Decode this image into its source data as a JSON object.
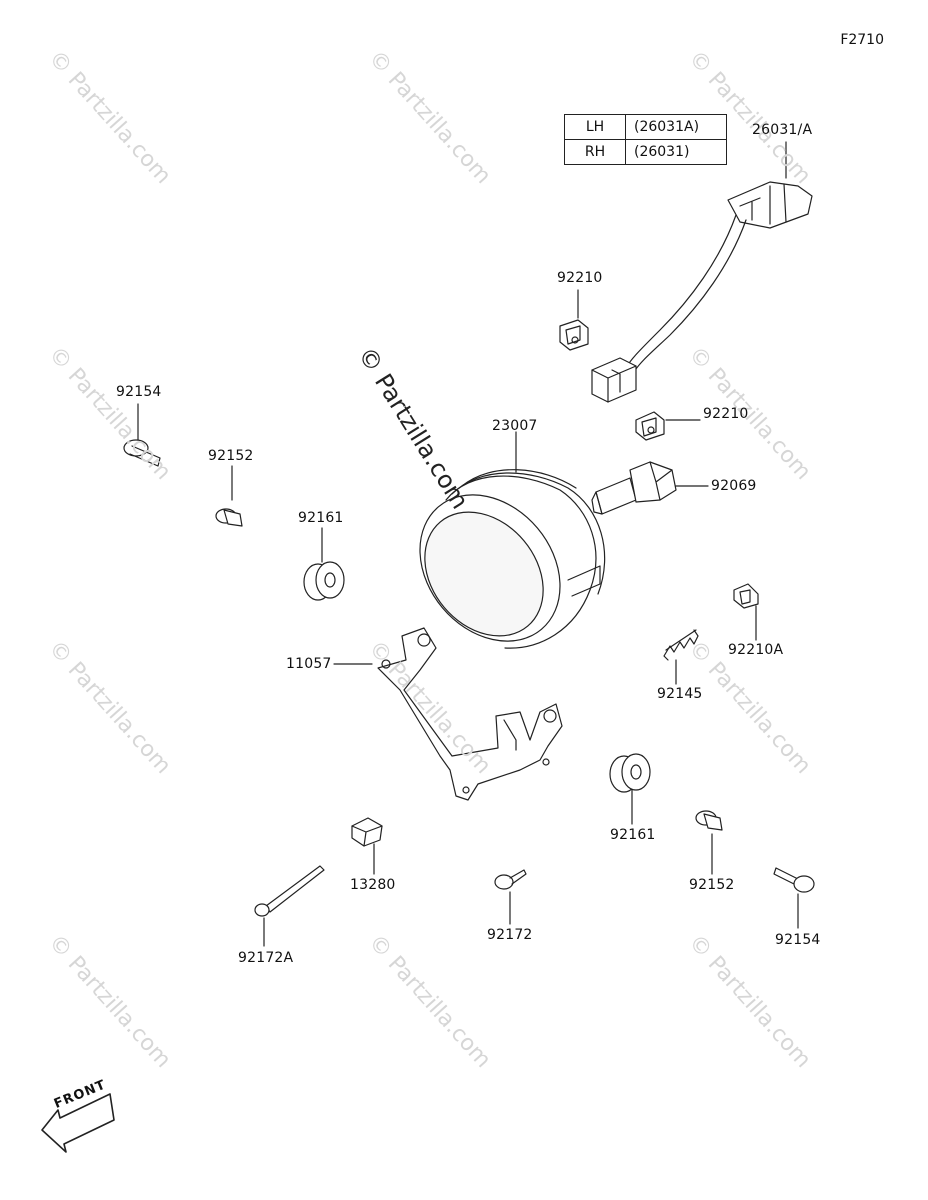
{
  "figure_code": "F2710",
  "watermark": "© Partzilla.com",
  "side_table": [
    {
      "side": "LH",
      "part": "(26031A)"
    },
    {
      "side": "RH",
      "part": "(26031)"
    }
  ],
  "front_label": "FRONT",
  "parts": {
    "harness": "26031/A",
    "clip_upper": "92210",
    "clip_mid": "92210",
    "lamp": "23007",
    "bulb": "92069",
    "bolt_left": "92154",
    "collar_left": "92152",
    "grommet_left": "92161",
    "bracket": "11057",
    "clip_right": "92210A",
    "spring": "92145",
    "grommet_right": "92161",
    "collar_right": "92152",
    "bolt_right": "92154",
    "nut": "13280",
    "screw": "92172",
    "long_screw": "92172A"
  }
}
